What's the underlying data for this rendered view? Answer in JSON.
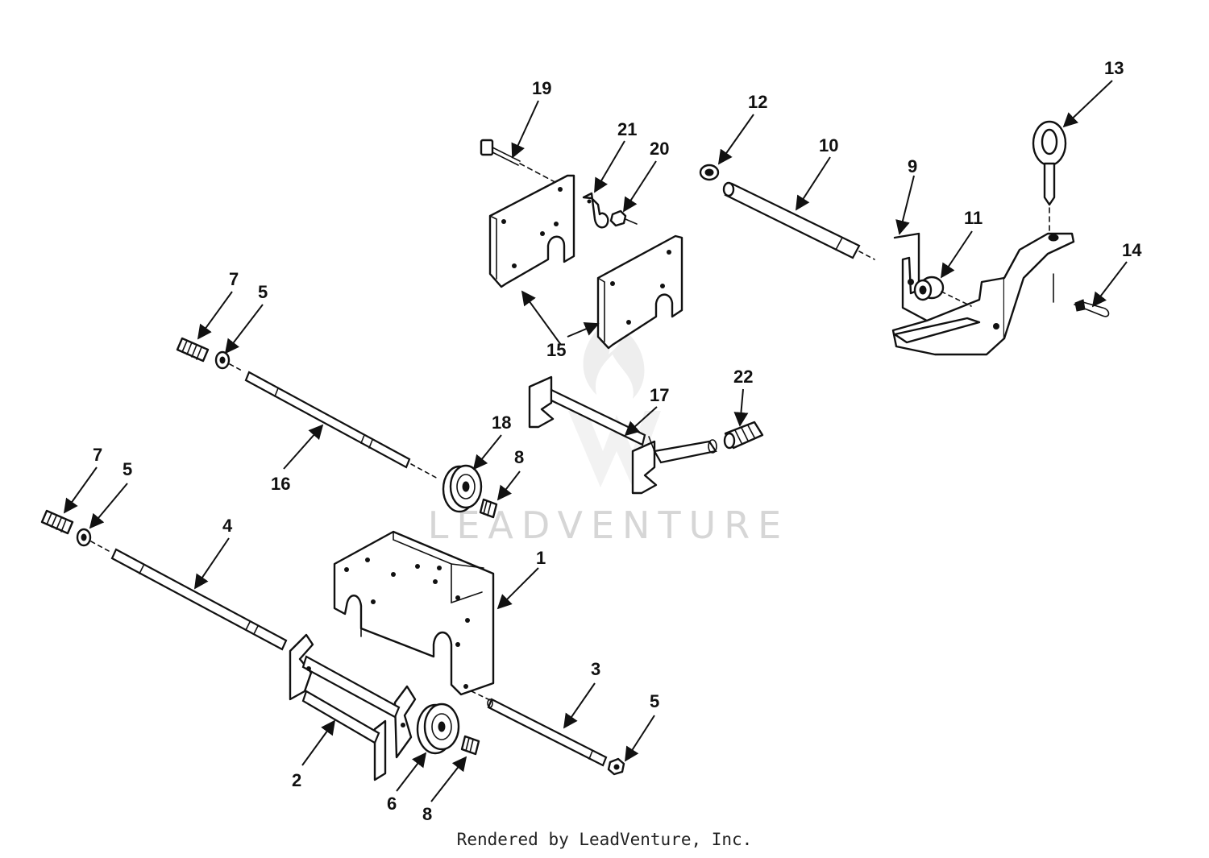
{
  "watermark": "LEADVENTURE",
  "credit": "Rendered by LeadVenture, Inc.",
  "callouts": {
    "p1": "1",
    "p2": "2",
    "p3": "3",
    "p4": "4",
    "p5a": "5",
    "p5b": "5",
    "p5c": "5",
    "p6": "6",
    "p7a": "7",
    "p7b": "7",
    "p8a": "8",
    "p8b": "8",
    "p9": "9",
    "p10": "10",
    "p11": "11",
    "p12": "12",
    "p13": "13",
    "p14": "14",
    "p15": "15",
    "p16": "16",
    "p17": "17",
    "p18": "18",
    "p19": "19",
    "p20": "20",
    "p21": "21",
    "p22": "22"
  }
}
